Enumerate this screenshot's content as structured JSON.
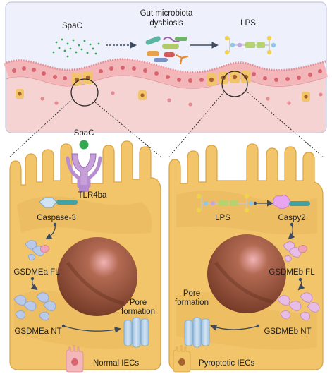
{
  "top_panel": {
    "spac_label": "SpaC",
    "dysbiosis_label_line1": "Gut microbiota",
    "dysbiosis_label_line2": "dysbiosis",
    "lps_label": "LPS"
  },
  "left_cell": {
    "spac_label": "SpaC",
    "receptor_label": "TLR4ba",
    "caspase_label": "Caspase-3",
    "gsdme_fl_label": "GSDMEa FL",
    "gsdme_nt_label": "GSDMEa NT",
    "pore_label_line1": "Pore",
    "pore_label_line2": "formation"
  },
  "right_cell": {
    "lps_label": "LPS",
    "caspase_label": "Caspy2",
    "gsdme_fl_label": "GSDMEb FL",
    "gsdme_nt_label": "GSDMEb NT",
    "pore_label_line1": "Pore",
    "pore_label_line2": "formation"
  },
  "legend": {
    "normal_label": "Normal IECs",
    "pyroptotic_label": "Pyroptotic IECs"
  },
  "colors": {
    "lumen": "#eef1fb",
    "tissue": "#f6d3d3",
    "cell_fill": "#f2c56a",
    "cell_stroke": "#d9a444",
    "nucleus": "#8a4a32",
    "pore": "#b7d3ea",
    "gsdme_fl": "#b9c9ea",
    "gsdme_pink": "#f0a3b8",
    "spac_green": "#33a852"
  }
}
